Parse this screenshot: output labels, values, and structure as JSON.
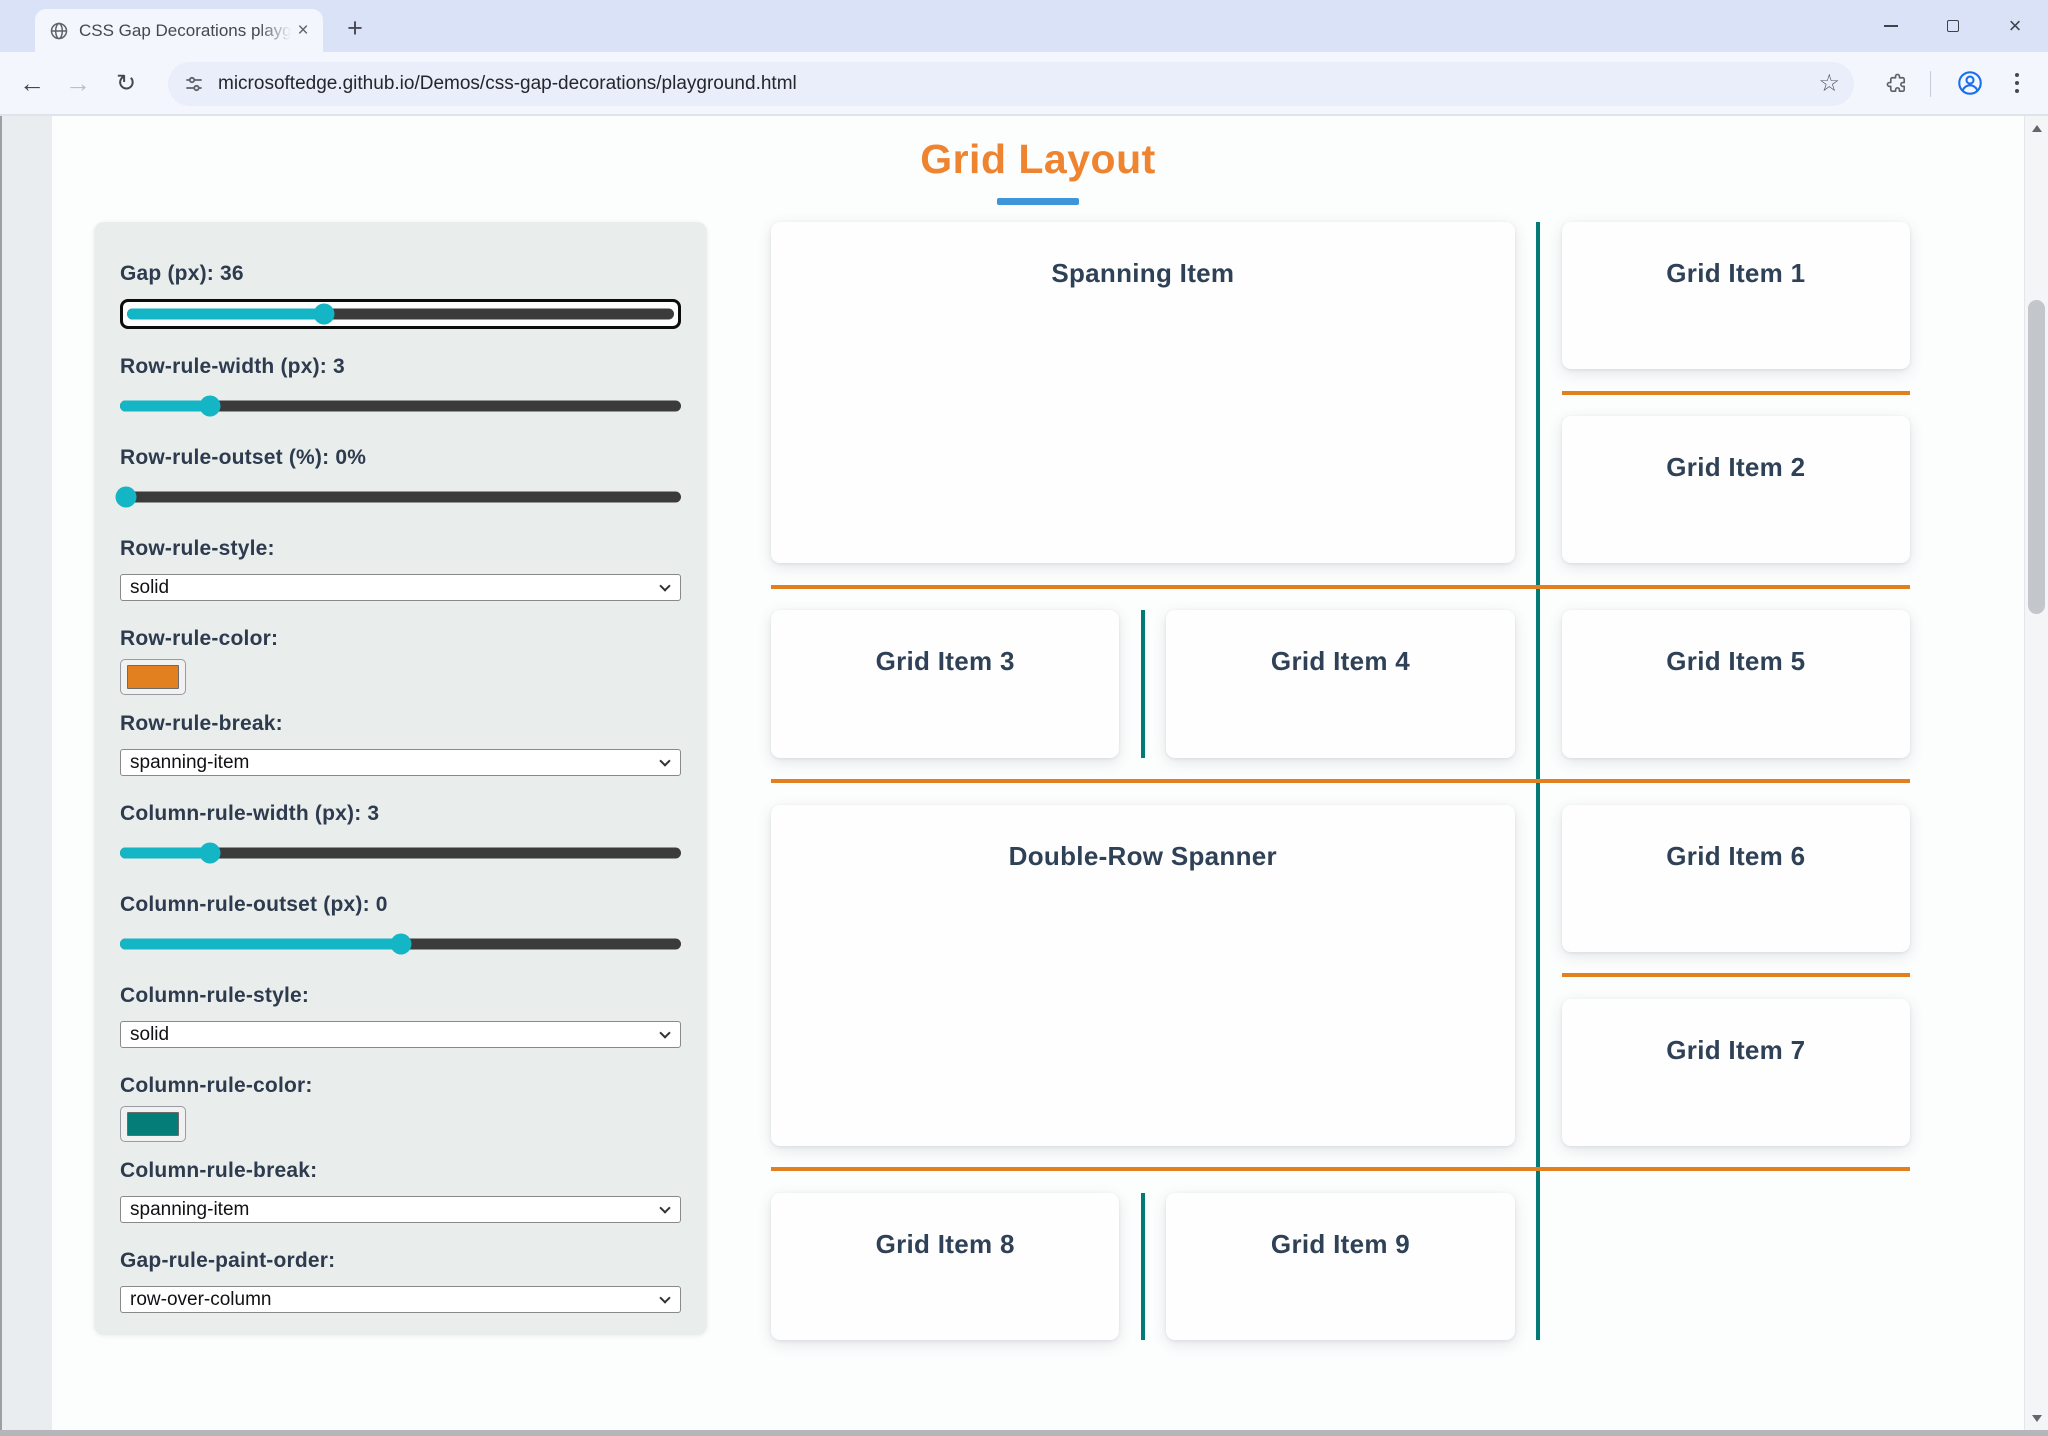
{
  "browser": {
    "tab_title": "CSS Gap Decorations playgroun",
    "tab_close_label": "×",
    "new_tab_label": "+",
    "back_label": "←",
    "forward_label": "→",
    "reload_label": "↻",
    "url": "microsoftedge.github.io/Demos/css-gap-decorations/playground.html",
    "bookmark_star": "☆",
    "window_close_label": "×"
  },
  "theme": {
    "accent_orange": "#ee8430",
    "accent_blue": "#3e96d8",
    "slider_teal": "#14b5c5",
    "rule_orange": "#e2801f",
    "rule_teal": "#037a76",
    "sidebar_bg": "#e9edec"
  },
  "page": {
    "title": "Grid Layout"
  },
  "sidebar": {
    "groups": [
      {
        "type": "slider",
        "label": "Gap (px): 36",
        "value_pct": 36,
        "focused": true
      },
      {
        "type": "slider",
        "label": "Row-rule-width (px): 3",
        "value_pct": 16
      },
      {
        "type": "slider",
        "label": "Row-rule-outset (%): 0%",
        "value_pct": 1
      },
      {
        "type": "select",
        "label": "Row-rule-style:",
        "value": "solid"
      },
      {
        "type": "color",
        "label": "Row-rule-color:",
        "value": "#e2801f"
      },
      {
        "type": "select",
        "label": "Row-rule-break:",
        "value": "spanning-item"
      },
      {
        "type": "slider",
        "label": "Column-rule-width (px): 3",
        "value_pct": 16
      },
      {
        "type": "slider",
        "label": "Column-rule-outset (px): 0",
        "value_pct": 50
      },
      {
        "type": "select",
        "label": "Column-rule-style:",
        "value": "solid"
      },
      {
        "type": "color",
        "label": "Column-rule-color:",
        "value": "#047d78"
      },
      {
        "type": "select",
        "label": "Column-rule-break:",
        "value": "spanning-item"
      },
      {
        "type": "select",
        "label": "Gap-rule-paint-order:",
        "value": "row-over-column"
      }
    ]
  },
  "grid": {
    "items": [
      {
        "label": "Spanning Item"
      },
      {
        "label": "Grid Item 1"
      },
      {
        "label": "Grid Item 2"
      },
      {
        "label": "Grid Item 3"
      },
      {
        "label": "Grid Item 4"
      },
      {
        "label": "Grid Item 5"
      },
      {
        "label": "Double-Row Spanner"
      },
      {
        "label": "Grid Item 6"
      },
      {
        "label": "Grid Item 7"
      },
      {
        "label": "Grid Item 8"
      },
      {
        "label": "Grid Item 9"
      }
    ]
  }
}
